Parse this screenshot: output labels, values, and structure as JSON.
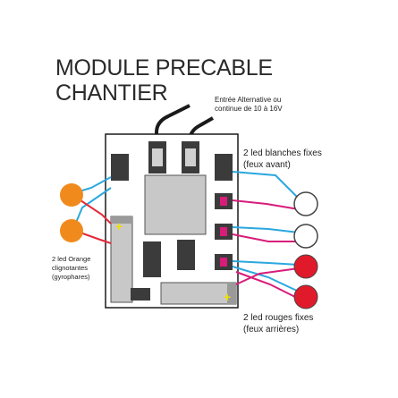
{
  "title": {
    "line1": "MODULE PRECABLE",
    "line2": "CHANTIER"
  },
  "input_label": {
    "line1": "Entrée Alternative ou",
    "line2": "continue de 10 à 16V"
  },
  "white_leds_label": {
    "line1": "2 led blanches fixes",
    "line2": "(feux avant)"
  },
  "red_leds_label": {
    "line1": "2 led rouges fixes",
    "line2": "(feux arrières)"
  },
  "orange_leds_label": {
    "line1": "2 led Orange",
    "line2": "clignotantes",
    "line3": "(gyrophares)"
  },
  "plus_sign": "+",
  "colors": {
    "orange_led": "#f08a1c",
    "white_led": "#ffffff",
    "red_led": "#e01a2a",
    "wire_blue": "#2aa7df",
    "wire_red": "#e4283a",
    "wire_magenta": "#d81c7a",
    "wire_black": "#1a1a1a",
    "component_dark": "#3b3b3b",
    "component_light": "#c8c8c8",
    "board": "#ffffff"
  }
}
